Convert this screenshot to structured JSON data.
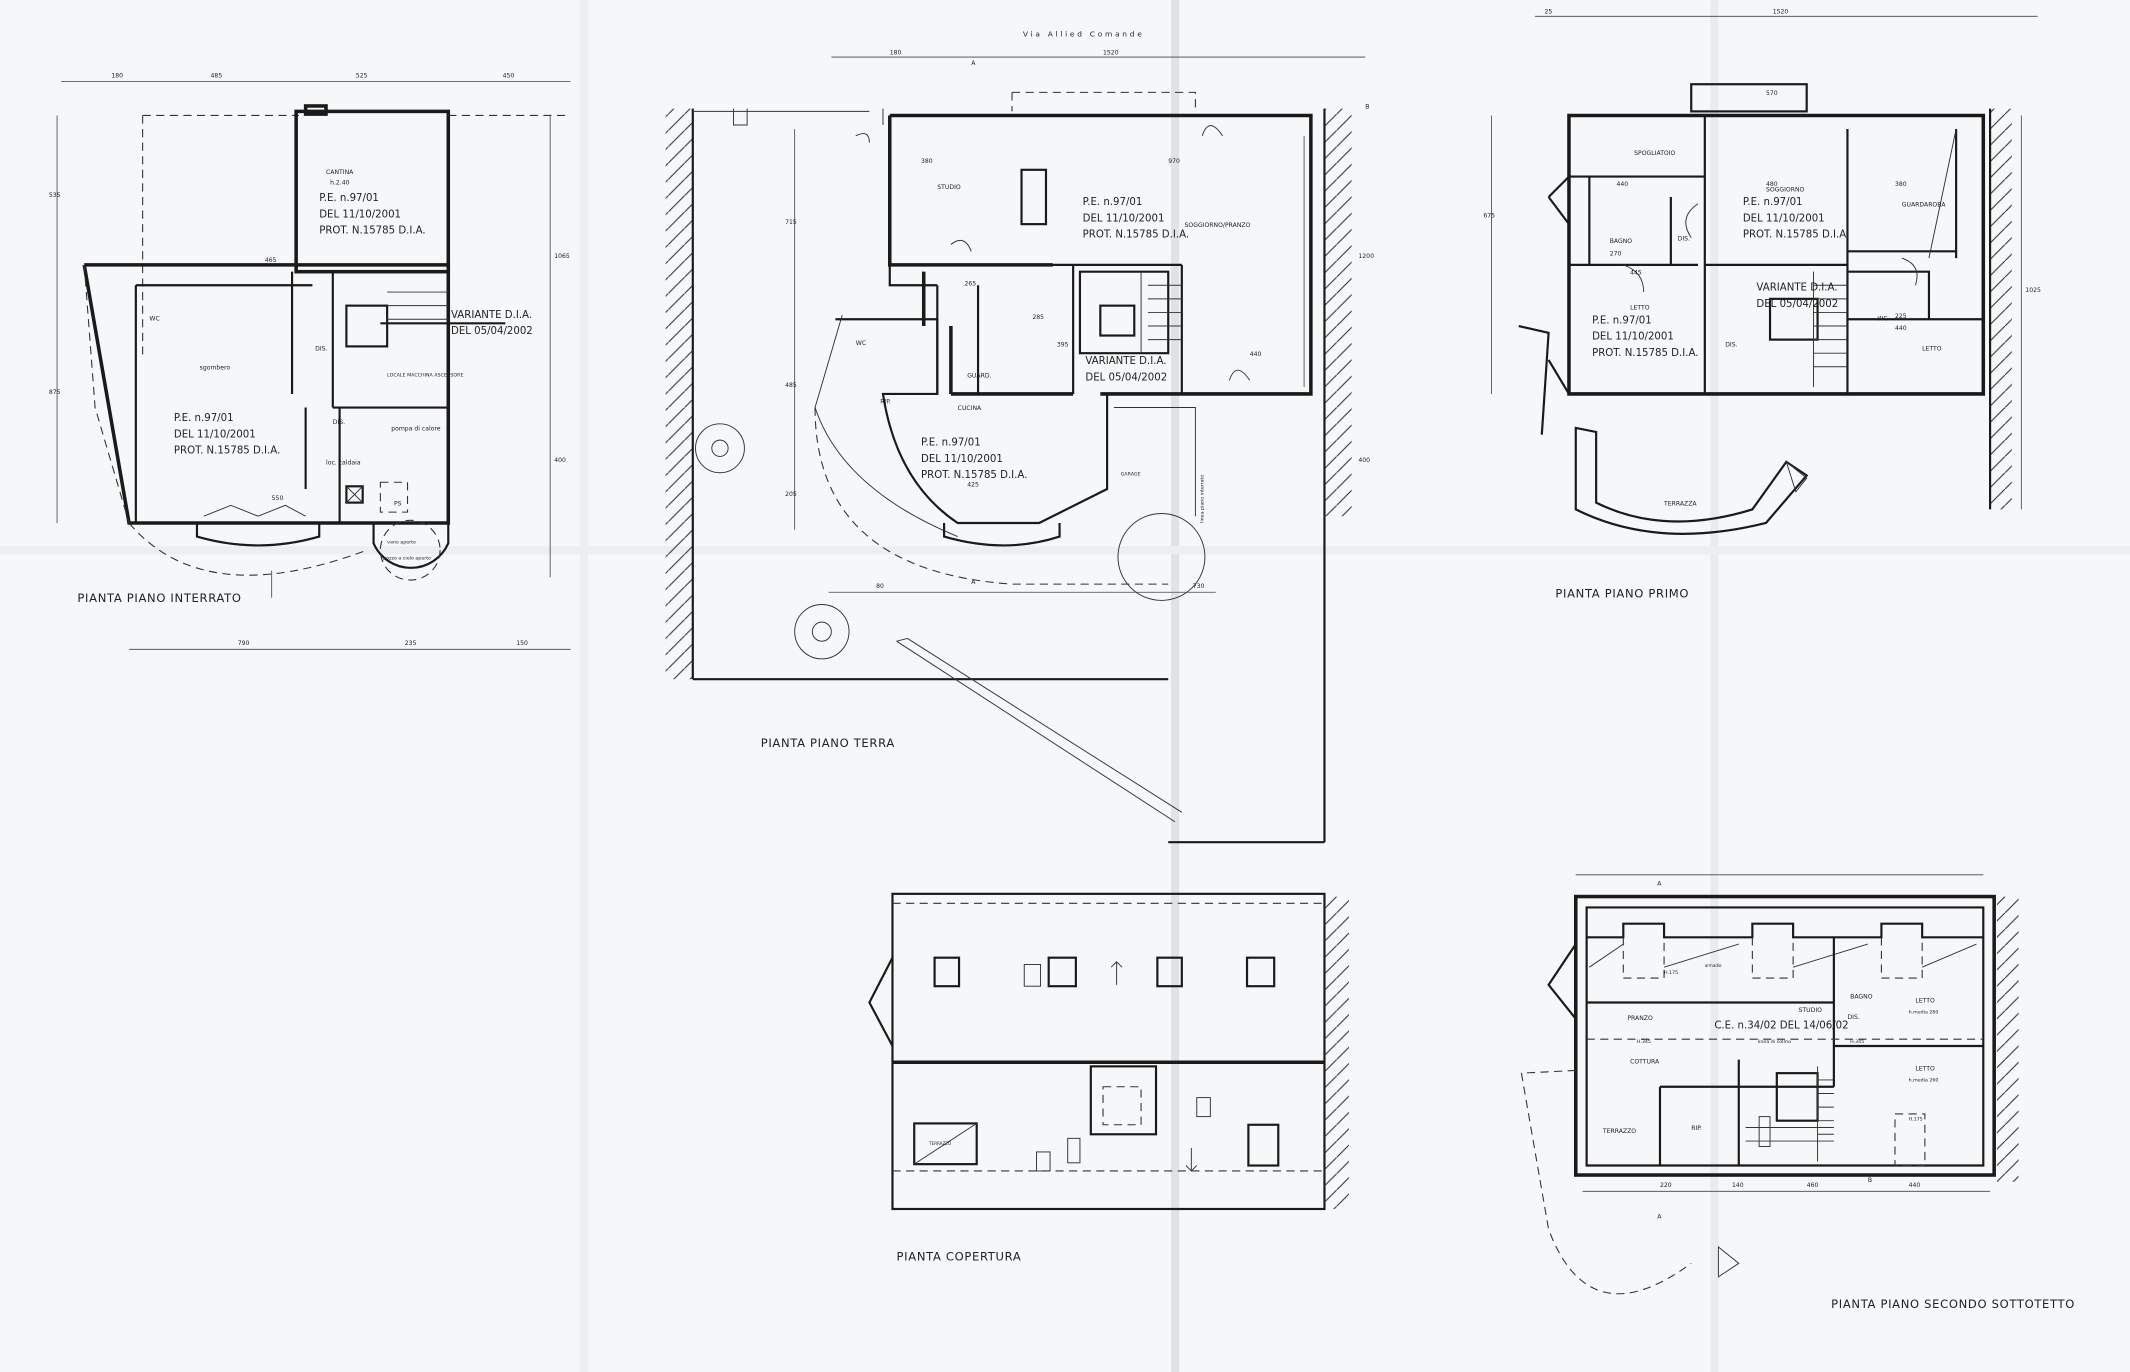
{
  "street_label": "Via Allied Comande",
  "plans": {
    "interrato": {
      "title": "PIANTA PIANO INTERRATO",
      "rooms": [
        "CANTINA",
        "h.2.40",
        "sgombero",
        "DIS.",
        "DIS.",
        "LOCALE MACCHINA ASCENSORE",
        "pompa di calore",
        "loc. caldaia",
        "WC",
        "vano aperto",
        "pozzo a cielo aperto",
        "PS"
      ],
      "permit": [
        "P.E. n.97/01",
        "DEL 11/10/2001",
        "PROT. N.15785 D.I.A."
      ],
      "permit2": [
        "P.E. n.97/01",
        "DEL 11/10/2001",
        "PROT. N.15785 D.I.A."
      ],
      "variant": [
        "VARIANTE D.I.A.",
        "DEL 05/04/2002"
      ],
      "dims": [
        "180",
        "485",
        "525",
        "450",
        "535",
        "875",
        "1065",
        "465",
        "550",
        "400",
        "790",
        "235",
        "150"
      ]
    },
    "terra": {
      "title": "PIANTA PIANO TERRA",
      "rooms": [
        "STUDIO",
        "SOGGIORNO/PRANZO",
        "WC",
        "GUARD.",
        "RIP.",
        "CUCINA",
        "GARAGE",
        "linea piano interrato"
      ],
      "permit": [
        "P.E. n.97/01",
        "DEL 11/10/2001",
        "PROT. N.15785 D.I.A."
      ],
      "permit2": [
        "P.E. n.97/01",
        "DEL 11/10/2001",
        "PROT. N.15785 D.I.A."
      ],
      "variant": [
        "VARIANTE D.I.A.",
        "DEL 05/04/2002"
      ],
      "dims": [
        "180",
        "1520",
        "380",
        "970",
        "715",
        "485",
        "205",
        "425",
        "440",
        "1200",
        "400",
        "265",
        "285",
        "395",
        "80",
        "730"
      ]
    },
    "primo": {
      "title": "PIANTA PIANO PRIMO",
      "rooms": [
        "SPOGLIATOIO",
        "SOGGIORNO",
        "GUARDAROBA",
        "BAGNO",
        "DIS.",
        "LETTO",
        "WC",
        "LETTO",
        "DIS.",
        "TERRAZZA"
      ],
      "permit": [
        "P.E. n.97/01",
        "DEL 11/10/2001",
        "PROT. N.15785 D.I.A."
      ],
      "permit2": [
        "P.E. n.97/01",
        "DEL 11/10/2001",
        "PROT. N.15785 D.I.A."
      ],
      "variant": [
        "VARIANTE D.I.A.",
        "DEL 05/04/2002"
      ],
      "dims": [
        "25",
        "1520",
        "570",
        "440",
        "480",
        "380",
        "445",
        "270",
        "675",
        "1025",
        "225",
        "440"
      ]
    },
    "copertura": {
      "title": "PIANTA COPERTURA",
      "rooms": [
        "TERRAZZO"
      ]
    },
    "sottotetto": {
      "title": "PIANTA PIANO SECONDO SOTTOTETTO",
      "permit": "C.E. n.34/02 DEL 14/06/02",
      "rooms": [
        "PRANZO",
        "STUDIO",
        "BAGNO",
        "DIS.",
        "LETTO",
        "h.media 260",
        "COTTURA",
        "linea di colmo",
        "LETTO",
        "h.media 260",
        "TERRAZZO",
        "RIP.",
        "H.175",
        "H.175",
        "H.345",
        "H.345",
        "armadio"
      ],
      "dims": [
        "220",
        "140",
        "460",
        "440"
      ]
    }
  },
  "section_markers": [
    "A",
    "A",
    "B",
    "B"
  ]
}
